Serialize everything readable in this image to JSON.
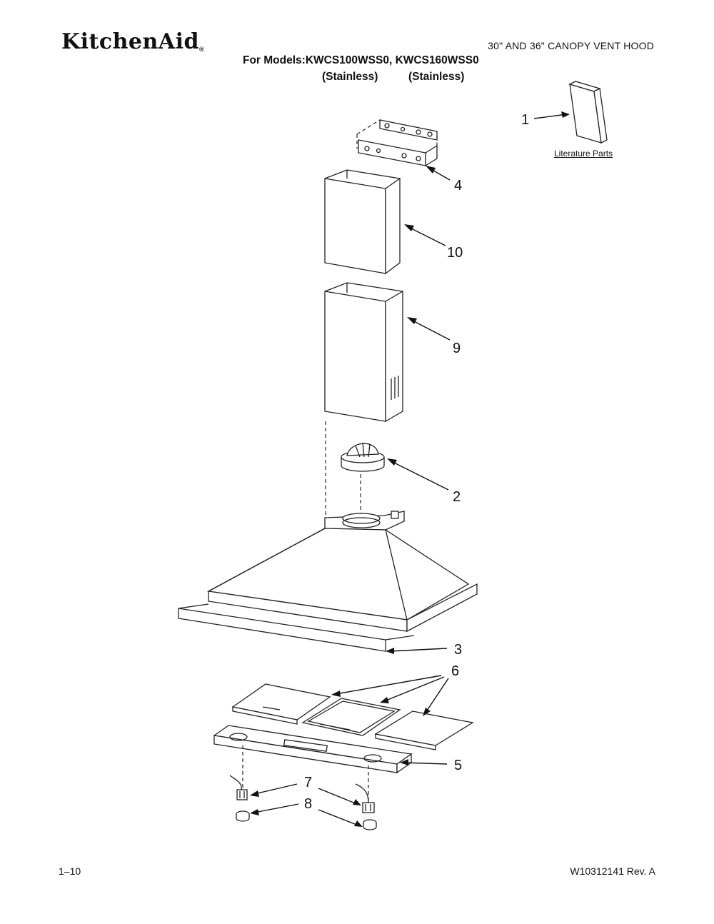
{
  "header": {
    "brand": "KitchenAid",
    "brand_mark": "®",
    "document_title": "30\" AND 36\" CANOPY VENT HOOD",
    "models_line": "For Models:KWCS100WSS0, KWCS160WSS0",
    "finish_1": "(Stainless)",
    "finish_2": "(Stainless)"
  },
  "literature": {
    "label": "Literature Parts"
  },
  "callouts": {
    "c1": "1",
    "c2": "2",
    "c3": "3",
    "c4": "4",
    "c5": "5",
    "c6": "6",
    "c7": "7",
    "c8": "8",
    "c9": "9",
    "c10": "10"
  },
  "footer": {
    "page": "1–10",
    "doc_number": "W10312141 Rev. A"
  }
}
